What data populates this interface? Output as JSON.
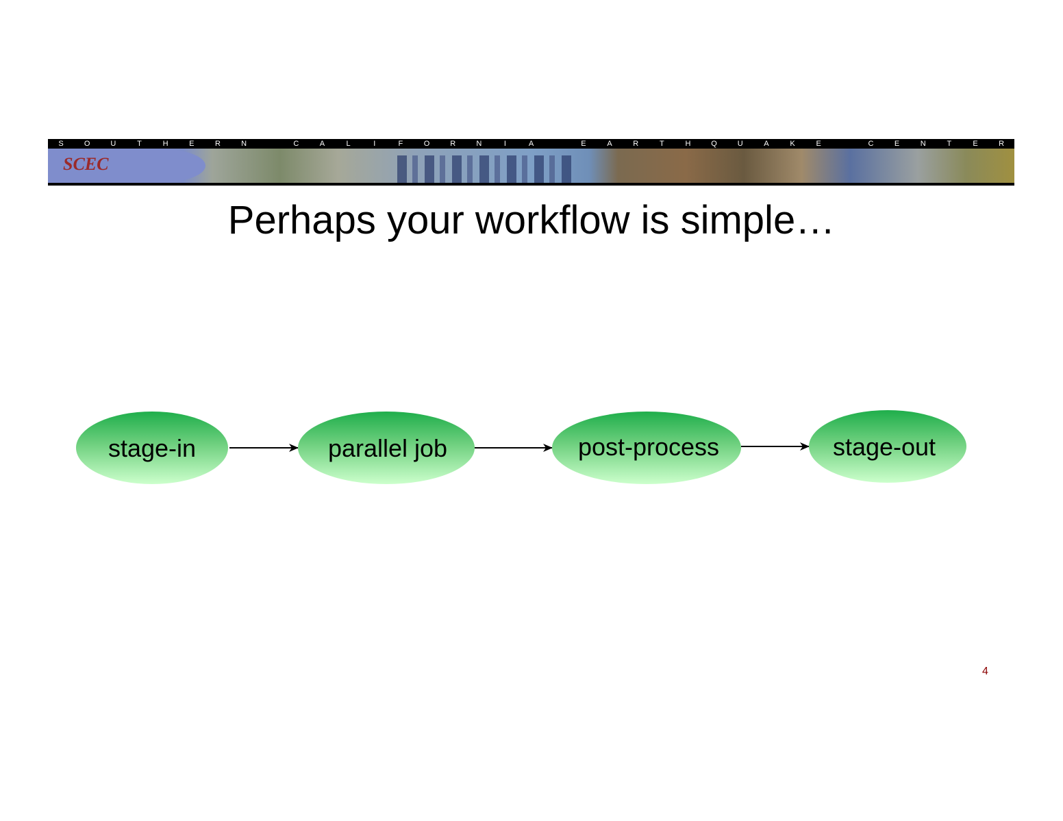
{
  "banner": {
    "org_name_letters": "SOUTHERN CALIFORNIA EARTHQUAKE CENTER",
    "logo": "SCEC"
  },
  "slide": {
    "title": "Perhaps your workflow is simple…",
    "page_number": "4"
  },
  "diagram": {
    "nodes": [
      "stage-in",
      "parallel job",
      "post-process",
      "stage-out"
    ],
    "edges": [
      [
        "stage-in",
        "parallel job"
      ],
      [
        "parallel job",
        "post-process"
      ],
      [
        "post-process",
        "stage-out"
      ]
    ],
    "colors": {
      "node_top": "#1fae4b",
      "node_bottom": "#ccffcc",
      "edge": "#000000"
    }
  }
}
